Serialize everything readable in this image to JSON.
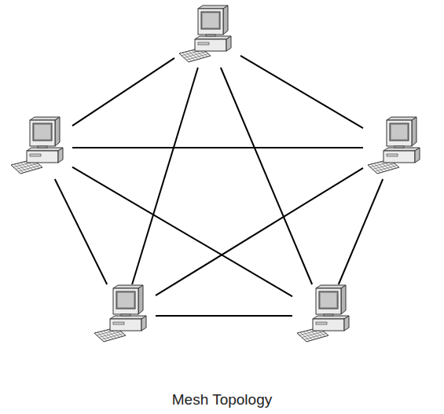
{
  "diagram": {
    "caption": "Mesh Topology",
    "nodes": [
      {
        "text": []
      },
      {
        "text": []
      },
      {
        "text": []
      },
      {
        "text": []
      },
      {
        "text": []
      }
    ],
    "edges": [
      {
        "from": 0,
        "to": 1,
        "arrow": "none"
      },
      {
        "from": 0,
        "to": 2,
        "arrow": "none"
      },
      {
        "from": 0,
        "to": 3,
        "arrow": "none"
      },
      {
        "from": 0,
        "to": 4,
        "arrow": "none"
      },
      {
        "from": 1,
        "to": 2,
        "arrow": "none"
      },
      {
        "from": 1,
        "to": 3,
        "arrow": "none"
      },
      {
        "from": 1,
        "to": 4,
        "arrow": "none"
      },
      {
        "from": 2,
        "to": 3,
        "arrow": "none"
      },
      {
        "from": 2,
        "to": 4,
        "arrow": "none"
      },
      {
        "from": 3,
        "to": 4,
        "arrow": "none"
      }
    ]
  }
}
